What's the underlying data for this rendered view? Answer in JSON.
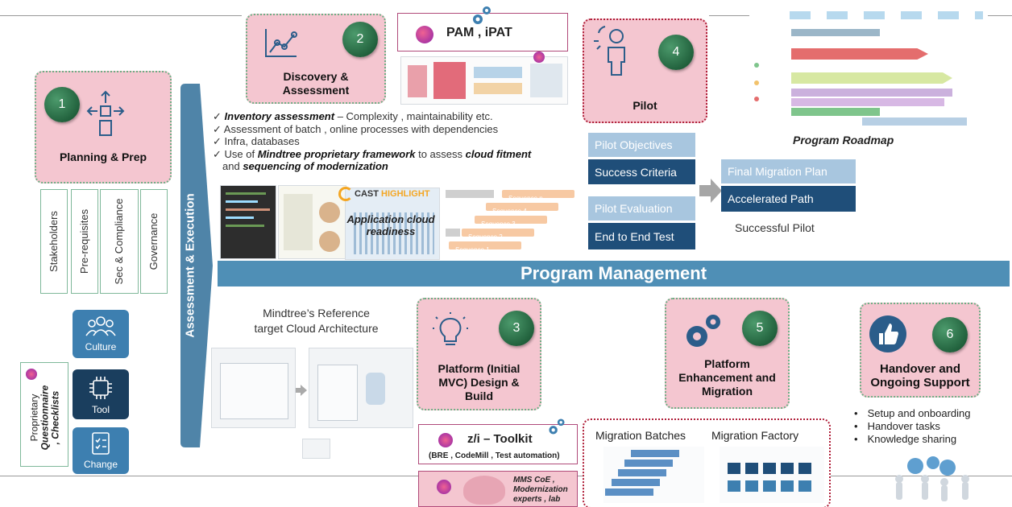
{
  "planning": {
    "number": "1",
    "title": "Planning & Prep"
  },
  "vertical_labels": [
    "Stakeholders",
    "Pre-requisites",
    "Sec & Compliance",
    "Governance"
  ],
  "side_tiles": {
    "culture": "Culture",
    "tool": "Tool",
    "change": "Change"
  },
  "proprietary_note": {
    "line1": "Proprietary",
    "line2": "Questionnaire",
    "line3": ", Checklists"
  },
  "assessment_arrow": "Assessment & Execution",
  "discovery": {
    "number": "2",
    "title_line1": "Discovery &",
    "title_line2": "Assessment",
    "bullets": [
      {
        "bold": "Inventory assessment",
        "rest": " – Complexity , maintainability etc."
      },
      {
        "bold": "",
        "rest": "Assessment of batch , online processes with dependencies"
      },
      {
        "bold": "",
        "rest": "Infra, databases"
      },
      {
        "pre": "Use of ",
        "bold": "Mindtree proprietary framework",
        "rest": " to assess ",
        "bold2": "cloud fitment",
        "post": ""
      },
      {
        "pre": "and ",
        "bold": "sequencing of modernization",
        "rest": ""
      }
    ]
  },
  "pam": {
    "label": "PAM , iPAT"
  },
  "cast": {
    "brand1": "CAST",
    "brand2": "HIGHLIGHT",
    "caption_line1": "Application cloud",
    "caption_line2": "readiness"
  },
  "sequences": [
    "Sequence n",
    "Sequence 4",
    "Sequence 3",
    "Sequence 2",
    "Sequence 1"
  ],
  "pilot": {
    "number": "4",
    "title": "Pilot",
    "objectives": "Pilot Objectives",
    "success": "Success Criteria",
    "evaluation": "Pilot Evaluation",
    "e2e": "End to End Test",
    "final_plan": "Final Migration Plan",
    "accelerated": "Accelerated Path",
    "successful": "Successful Pilot"
  },
  "roadmap": {
    "caption": "Program Roadmap"
  },
  "program_management": "Program Management",
  "reference_arch": {
    "line1": "Mindtree’s Reference",
    "line2": "target Cloud Architecture"
  },
  "platform_design": {
    "number": "3",
    "line1": "Platform (Initial",
    "line2": "MVC) Design &",
    "line3": "Build"
  },
  "toolkit": {
    "title": "z/i – Toolkit",
    "sub_bold_open": "(BRE , CodeMill , Test automation)"
  },
  "mms": {
    "line1": "MMS CoE ,",
    "line2": "Modernization",
    "line3": "experts , lab"
  },
  "migration": {
    "batches": "Migration Batches",
    "factory": "Migration Factory"
  },
  "platform_enh": {
    "number": "5",
    "line1": "Platform",
    "line2": "Enhancement and",
    "line3": "Migration"
  },
  "handover": {
    "number": "6",
    "line1": "Handover and",
    "line2": "Ongoing Support",
    "items": [
      "Setup and onboarding",
      "Handover tasks",
      "Knowledge sharing"
    ]
  },
  "colors": {
    "pink": "#f4c6d0",
    "green_dot_border": "#6fae85",
    "dark_blue": "#1f4e79",
    "light_blue": "#a8c6df",
    "bar_blue": "#4f8fb6"
  }
}
